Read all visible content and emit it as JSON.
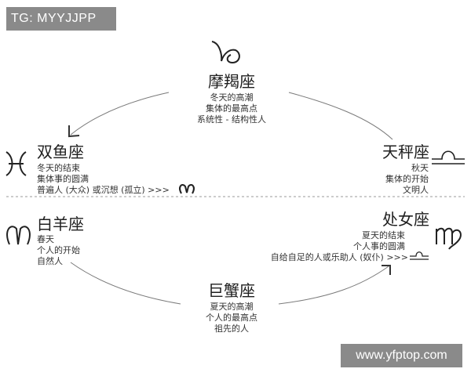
{
  "watermarks": {
    "top": "TG: MYYJJPP",
    "bottom": "www.yfptop.com"
  },
  "signs": {
    "capricorn": {
      "name": "摩羯座",
      "lines": [
        "冬天的高潮",
        "集体的最高点",
        "系统性 - 结构性人"
      ]
    },
    "pisces": {
      "name": "双鱼座",
      "lines": [
        "冬天的结束",
        "集体事的圆满",
        "普遍人 (大众) 或沉想 (孤立) >>>"
      ]
    },
    "libra": {
      "name": "天秤座",
      "lines": [
        "秋天",
        "集体的开始",
        "文明人"
      ]
    },
    "aries": {
      "name": "白羊座",
      "lines": [
        "春天",
        "个人的开始",
        "自然人"
      ]
    },
    "virgo": {
      "name": "处女座",
      "lines": [
        "夏天的结束",
        "个人事的圆满",
        "自给自足的人或乐助人 (奴仆) >>>"
      ]
    },
    "cancer": {
      "name": "巨蟹座",
      "lines": [
        "夏天的高潮",
        "个人的最高点",
        "祖先的人"
      ]
    }
  }
}
